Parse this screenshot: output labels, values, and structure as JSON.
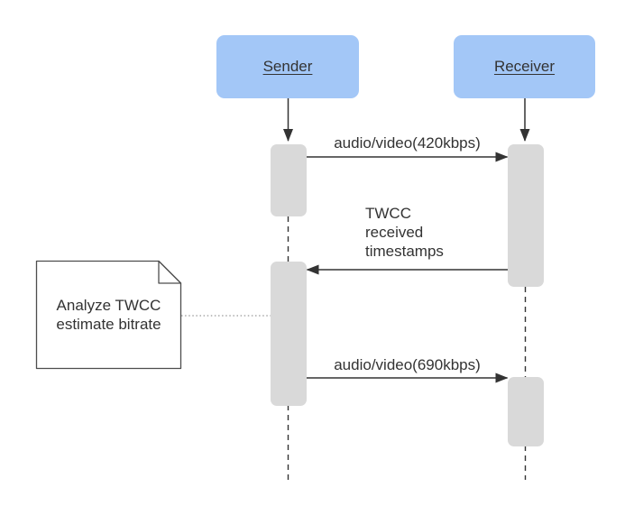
{
  "diagram": {
    "type": "sequence-diagram",
    "actors": [
      {
        "label": "Sender"
      },
      {
        "label": "Receiver"
      }
    ],
    "messages": [
      {
        "from": "Sender",
        "to": "Receiver",
        "label": "audio/video(420kbps)"
      },
      {
        "from": "Receiver",
        "to": "Sender",
        "label": "TWCC\nreceived\ntimestamps"
      },
      {
        "from": "Sender",
        "to": "Receiver",
        "label": "audio/video(690kbps)"
      }
    ],
    "note": {
      "label": "Analyze TWCC\nestimate bitrate",
      "attached_to": "Sender"
    },
    "colors": {
      "actor_fill": "#a3c7f7",
      "activation_fill": "#d9d9d9",
      "line": "#333333",
      "text": "#333333",
      "note_fill": "#ffffff",
      "note_border": "#4d4d4d",
      "note_connector": "#999999",
      "background": "#ffffff"
    }
  }
}
